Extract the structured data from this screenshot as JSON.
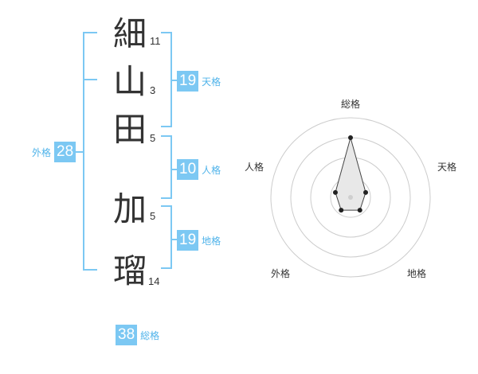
{
  "name_chars": [
    {
      "char": "細",
      "strokes": "11"
    },
    {
      "char": "山",
      "strokes": "3"
    },
    {
      "char": "田",
      "strokes": "5"
    },
    {
      "char": "加",
      "strokes": "5"
    },
    {
      "char": "瑠",
      "strokes": "14"
    }
  ],
  "scores": {
    "tenkaku": {
      "value": "19",
      "label": "天格"
    },
    "jinkaku": {
      "value": "10",
      "label": "人格"
    },
    "chikaku": {
      "value": "19",
      "label": "地格"
    },
    "gaikaku": {
      "value": "28",
      "label": "外格"
    },
    "soukaku": {
      "value": "38",
      "label": "総格"
    }
  },
  "chart_data": {
    "type": "radar",
    "axes": [
      "総格",
      "天格",
      "地格",
      "外格",
      "人格"
    ],
    "values": [
      0.75,
      0.2,
      0.2,
      0.2,
      0.2
    ],
    "range": [
      0,
      1
    ],
    "rings": 4,
    "colors": {
      "ring": "#cccccc",
      "fill": "#e8e8e8",
      "line": "#444444",
      "point": "#222222"
    }
  },
  "colors": {
    "accent": "#7cc8f3",
    "accent_text": "#4fb3ea"
  }
}
